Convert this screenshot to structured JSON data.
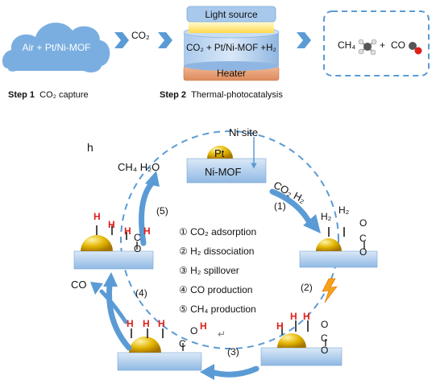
{
  "top": {
    "cloud_label": "Air + Pt/Ni-MOF",
    "co2_arrow_label": "CO₂",
    "reactor": {
      "light_source": "Light source",
      "middle": "CO₂ + Pt/Ni-MOF +H₂",
      "heater": "Heater"
    },
    "products": {
      "ch4": "CH₄",
      "plus": "+",
      "co": "CO"
    },
    "step1": {
      "num": "Step 1",
      "text": "CO₂ capture"
    },
    "step2": {
      "num": "Step 2",
      "text": "Thermal-photocatalysis"
    }
  },
  "cycle": {
    "panel_letter": "h",
    "ni_site": "Ni site",
    "pt": "Pt",
    "mof": "Ni-MOF",
    "co2_h2": "CO₂ H₂",
    "ch4_h2o": "CH₄ H₂O",
    "co_out": "CO",
    "h2_a": "H₂",
    "h2_b": "H₂",
    "h": "H",
    "o": "O",
    "c": "C",
    "step_nums": [
      "1",
      "2",
      "3",
      "4",
      "5"
    ],
    "legend": [
      {
        "num": "①",
        "text": "CO₂ adsorption"
      },
      {
        "num": "②",
        "text": "H₂ dissociation"
      },
      {
        "num": "③",
        "text": "H₂ spillover"
      },
      {
        "num": "④",
        "text": "CO production"
      },
      {
        "num": "⑤",
        "text": "CH₄ production"
      }
    ],
    "stray_mark": "↵"
  },
  "colors": {
    "cloud": "#7aaee0",
    "arrow": "#5b9bd5",
    "dash": "#5b9bd5",
    "heater": "#e8a57a",
    "light": "#fff2a8",
    "gold": "#d4a500",
    "mof": "#9cc2e8",
    "red": "#e0201b"
  }
}
